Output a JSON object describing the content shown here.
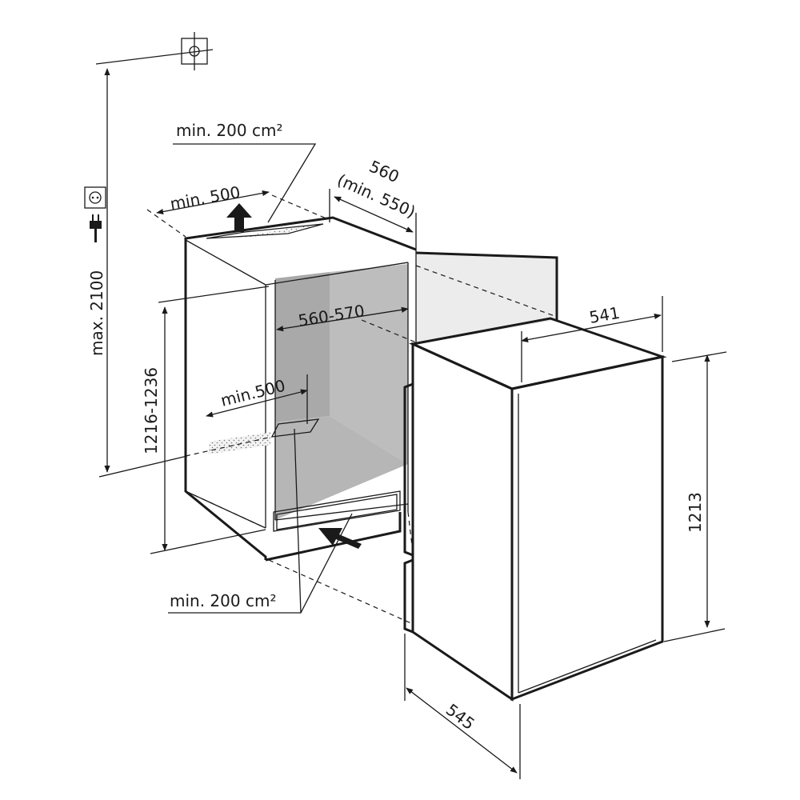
{
  "labels": {
    "max_height": "max. 2100",
    "vent_top": "min. 200 cm²",
    "vent_bottom": "min. 200 cm²",
    "top_depth": "min. 500",
    "niche_width_a": "560",
    "niche_width_b": "(min. 550)",
    "inner_width": "560-570",
    "inner_depth": "min.500",
    "niche_height": "1216-1236",
    "appliance_depth": "541",
    "appliance_height": "1213",
    "appliance_width": "545"
  },
  "icons": {
    "ceiling_connection": "ceiling-connection-icon",
    "socket": "power-socket-icon",
    "plug": "power-plug-icon"
  },
  "colors": {
    "niche_interior": "#a9a9a9",
    "niche_interior_light": "#bdbdbd",
    "door_panel": "#ececec",
    "line": "#1a1a1a"
  }
}
